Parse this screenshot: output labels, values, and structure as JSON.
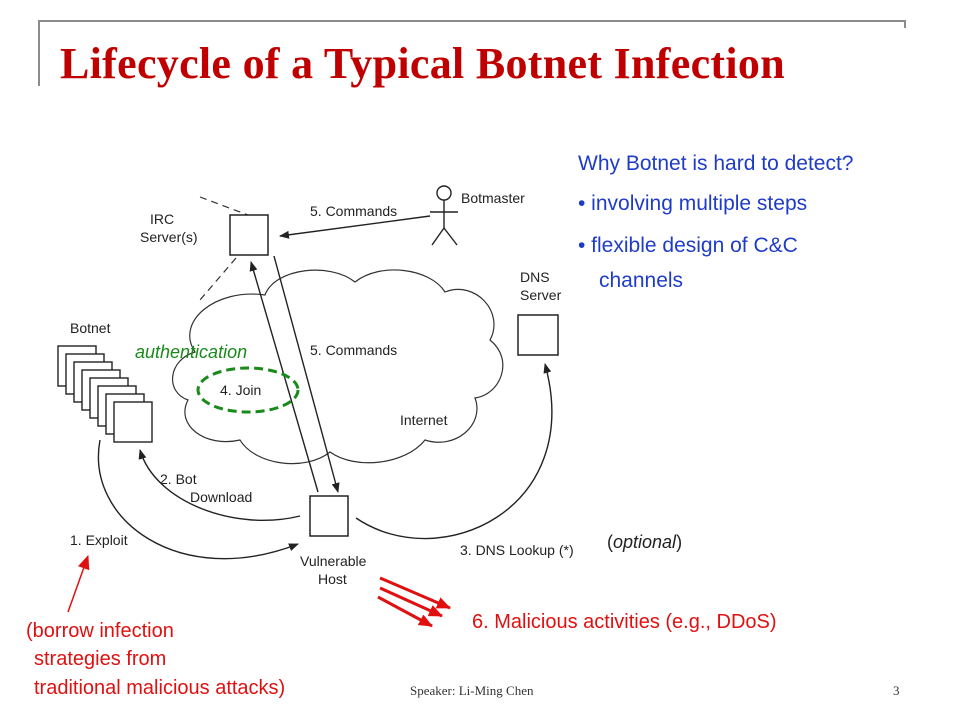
{
  "slide": {
    "title": "Lifecycle of a Typical Botnet Infection",
    "footer_speaker": "Speaker: Li-Ming Chen",
    "page_number": "3"
  },
  "diagram": {
    "irc_label_line1": "IRC",
    "irc_label_line2": "Server(s)",
    "botmaster_label": "Botmaster",
    "commands_top": "5. Commands",
    "dns_label_line1": "DNS",
    "dns_label_line2": "Server",
    "botnet_label": "Botnet",
    "commands_mid": "5. Commands",
    "join_label": "4. Join",
    "internet_label": "Internet",
    "bot_download_line1": "2. Bot",
    "bot_download_line2": "Download",
    "exploit_label": "1. Exploit",
    "vulnerable_line1": "Vulnerable",
    "vulnerable_line2": "Host",
    "dns_lookup_label": "3. DNS Lookup (*)"
  },
  "annotations": {
    "authentication": "authentication",
    "optional_open": "(",
    "optional_word": "optional",
    "optional_close": ")",
    "malicious": "6. Malicious activities (e.g., DDoS)",
    "borrow_line1": "(borrow infection",
    "borrow_line2": "strategies from",
    "borrow_line3": "traditional malicious attacks)"
  },
  "notes": {
    "question": "Why Botnet is hard to detect?",
    "bullet1": "• involving multiple steps",
    "bullet2": "• flexible design of C&C",
    "bullet2_cont": "channels"
  },
  "colors": {
    "title": "#c00000",
    "note_blue": "#1f3cc8",
    "annotation_red": "#e01010",
    "annotation_green": "#1a8a1a",
    "diagram_black": "#222222"
  }
}
